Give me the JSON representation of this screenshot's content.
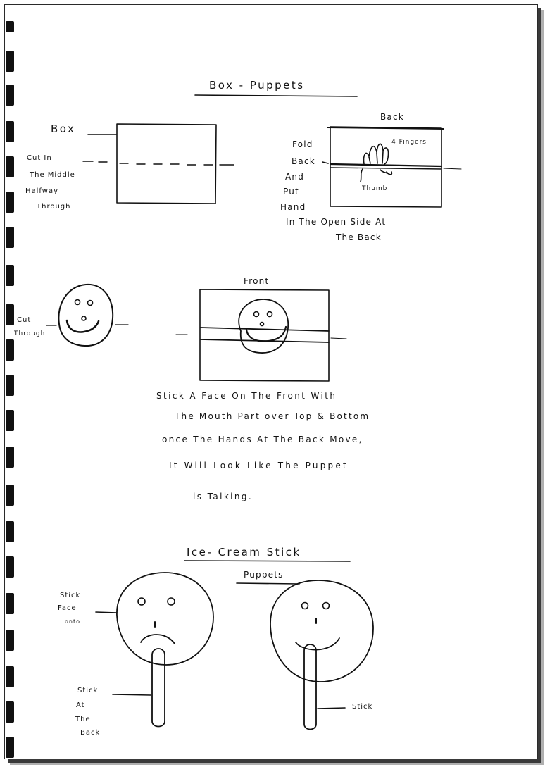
{
  "title": "Box - Puppets",
  "box_section": {
    "box_label": "Box",
    "cut_text": [
      "Cut In",
      "The Middle",
      "Halfway",
      "Through"
    ],
    "back_label": "Back",
    "fingers_label": "4 Fingers",
    "thumb_label": "Thumb",
    "fold_text": [
      "Fold",
      "Back",
      "And",
      "Put",
      "Hand"
    ],
    "open_side_text": [
      "In The Open Side At",
      "The Back"
    ]
  },
  "front_section": {
    "cut_through_text": [
      "Cut",
      "Through"
    ],
    "front_label": "Front",
    "instructions": [
      "Stick A Face On The Front With",
      "The Mouth Part over Top & Bottom",
      "once The Hands At The Back Move,",
      "It Will Look Like The Puppet",
      "is Talking."
    ]
  },
  "ice_cream_section": {
    "title_line1": "Ice- Cream Stick",
    "title_line2": "Puppets",
    "stick_face_text": [
      "Stick",
      "Face",
      "onto"
    ],
    "stick_back_text": [
      "Stick",
      "At",
      "The",
      "Back"
    ],
    "stick_label": "Stick"
  },
  "colors": {
    "ink": "#111111",
    "paper": "#ffffff",
    "binding": "#111111"
  }
}
